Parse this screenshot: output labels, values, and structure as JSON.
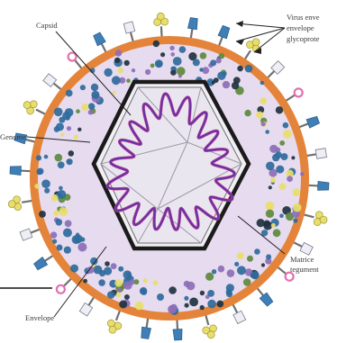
{
  "diagram": {
    "labels": {
      "capsid": "Capsid",
      "genome": "Genome",
      "envelope": "Envelope",
      "matrix_line1": "Matrice",
      "matrix_line2": "tegument",
      "spikes_line1": "Virus enve",
      "spikes_line2": "envelope",
      "spikes_line3": "glycoprote"
    }
  },
  "colors": {
    "background": "#ffffff",
    "envelope_band": "#e4843a",
    "matrix_fill": "#e7dbef",
    "matrix_blue": "#2f6b9c",
    "matrix_dark": "#1f3240",
    "matrix_green": "#5d8a3c",
    "capsid_line": "#1b1b1b",
    "capsid_inner": "#e9e6ef",
    "genome_purple": "#6a33a3",
    "genome_pink": "#d84f96",
    "spike_blue": "#3f7fb7",
    "spike_yellow": "#e8de69",
    "spike_white": "#eeeef6",
    "spike_pink": "#e26fb2",
    "leader": "#222222"
  }
}
